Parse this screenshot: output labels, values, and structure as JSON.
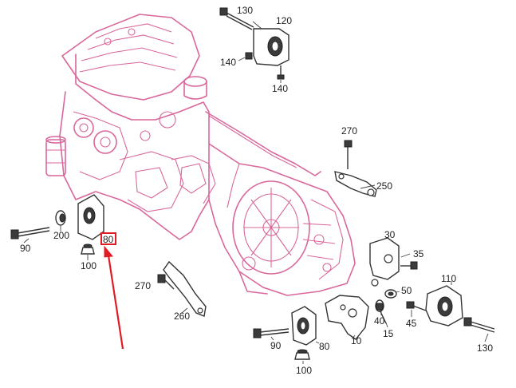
{
  "labels": {
    "l130_top": "130",
    "l120": "120",
    "l140_left": "140",
    "l140_bottom": "140",
    "l270_right": "270",
    "l250": "250",
    "l90_left": "90",
    "l200": "200",
    "l100_left": "100",
    "l80_boxed": "80",
    "l270_left": "270",
    "l260": "260",
    "l30": "30",
    "l35": "35",
    "l50": "50",
    "l110": "110",
    "l40": "40",
    "l45": "45",
    "l15": "15",
    "l130_bottom": "130",
    "l10": "10",
    "l90_bottom": "90",
    "l80_bottom": "80",
    "l100_bottom": "100"
  },
  "colors": {
    "diagram": "#d9679b",
    "highlight": "#e01b24"
  }
}
